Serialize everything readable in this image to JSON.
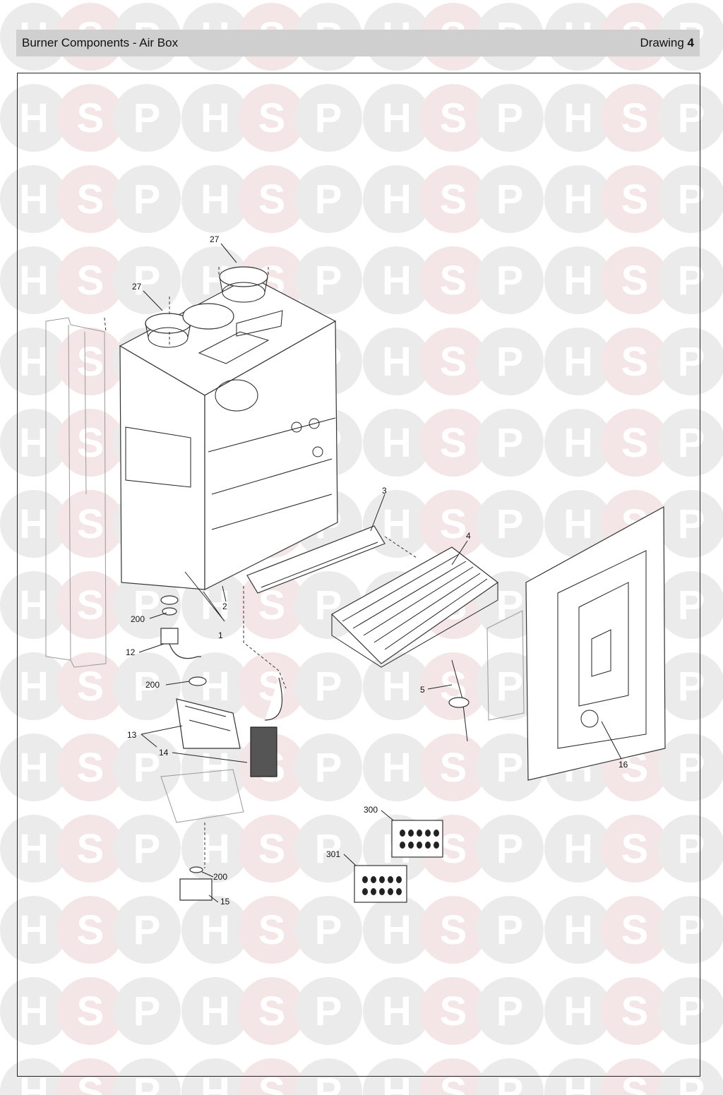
{
  "header": {
    "title": "Burner Components - Air Box",
    "drawing_label": "Drawing",
    "drawing_number": "4"
  },
  "watermark": {
    "letters": [
      "H",
      "S",
      "P"
    ],
    "colors": {
      "circle": "#ebebeb",
      "accent": "#f4e6e6"
    }
  },
  "callouts": {
    "c27a": "27",
    "c27b": "27",
    "c3": "3",
    "c4": "4",
    "c2": "2",
    "c1": "1",
    "c200a": "200",
    "c12": "12",
    "c200b": "200",
    "c13": "13",
    "c14": "14",
    "c5": "5",
    "c16": "16",
    "c300": "300",
    "c301": "301",
    "c200c": "200",
    "c15": "15"
  }
}
